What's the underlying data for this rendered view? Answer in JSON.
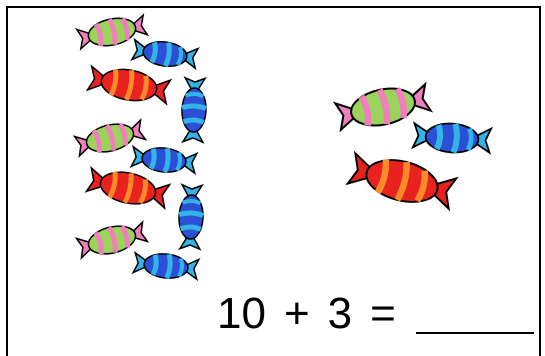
{
  "worksheet": {
    "equation": {
      "left_operand": "10",
      "operator": "+",
      "right_operand": "3",
      "equals": "="
    }
  },
  "groups": {
    "left_candy_count": 10,
    "right_candy_count": 3
  },
  "colors": {
    "pink_green": [
      "#f27fbd",
      "#9ad45a"
    ],
    "blue": [
      "#2c4fd8",
      "#34b4e6"
    ],
    "red": [
      "#e8221e",
      "#ff8a2a"
    ]
  }
}
